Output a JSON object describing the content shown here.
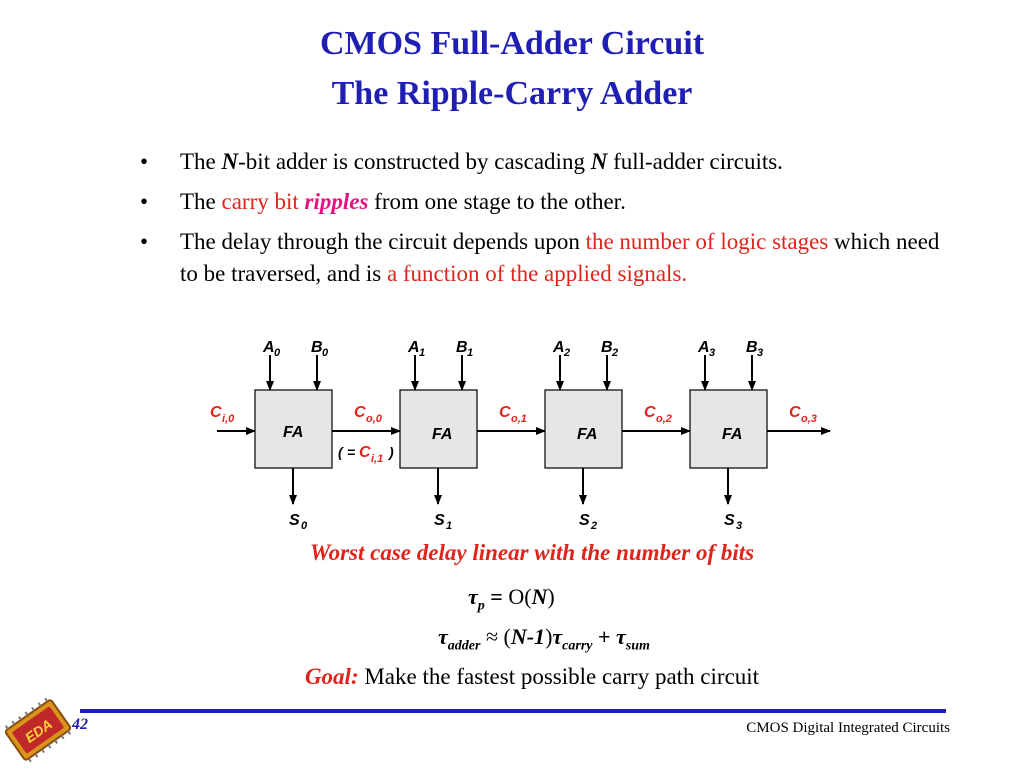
{
  "title": {
    "line1": "CMOS Full-Adder Circuit",
    "line2": "The Ripple-Carry Adder"
  },
  "bullets": [
    {
      "parts": [
        "The ",
        "N",
        "-bit adder is constructed by cascading ",
        "N",
        " full-adder circuits."
      ]
    },
    {
      "parts": [
        "The ",
        "carry bit",
        " ",
        "ripples",
        " from one stage to the other."
      ]
    },
    {
      "parts": [
        "The delay through the circuit depends upon ",
        "the number of logic stages",
        " which need to be traversed, and is ",
        "a function of the applied signals."
      ]
    }
  ],
  "bullet_glyph": "•",
  "diagram": {
    "stages": [
      {
        "a": "A",
        "b": "B",
        "idx": "0",
        "label": "FA",
        "s": "S",
        "cout": "C",
        "cout_sub": "o,0"
      },
      {
        "a": "A",
        "b": "B",
        "idx": "1",
        "label": "FA",
        "s": "S",
        "cout": "C",
        "cout_sub": "o,1"
      },
      {
        "a": "A",
        "b": "B",
        "idx": "2",
        "label": "FA",
        "s": "S",
        "cout": "C",
        "cout_sub": "o,2"
      },
      {
        "a": "A",
        "b": "B",
        "idx": "3",
        "label": "FA",
        "s": "S",
        "cout": "C",
        "cout_sub": "o,3"
      }
    ],
    "cin": {
      "label": "C",
      "sub": "i,0"
    },
    "equiv": {
      "open": "(",
      "eq": "=",
      "label": "C",
      "sub": "i,1",
      "close": ")"
    },
    "colors": {
      "block_fill": "#e6e6e6",
      "text_red": "#e0241c"
    }
  },
  "worst_case": "Worst case delay linear with the number of bits",
  "eq1": {
    "tau": "τ",
    "sub": "p",
    "rest_eq": " = ",
    "rest": "O(",
    "n": "N",
    "close": ")"
  },
  "eq2": {
    "tau": "τ",
    "sub1": "adder",
    "approx": " ≈ (",
    "n1": "N-1",
    "close": ")",
    "tau2": "τ",
    "sub2": "carry",
    "plus": " + ",
    "tau3": "τ",
    "sub3": "sum"
  },
  "goal": {
    "label": "Goal:",
    "text": " Make the fastest possible carry path circuit"
  },
  "footer": {
    "page": "42",
    "text": "CMOS Digital Integrated Circuits"
  },
  "logo": {
    "text": "EDA"
  },
  "colors": {
    "title": "#1f1fb4",
    "red": "#e0241c",
    "magenta": "#e01480"
  }
}
